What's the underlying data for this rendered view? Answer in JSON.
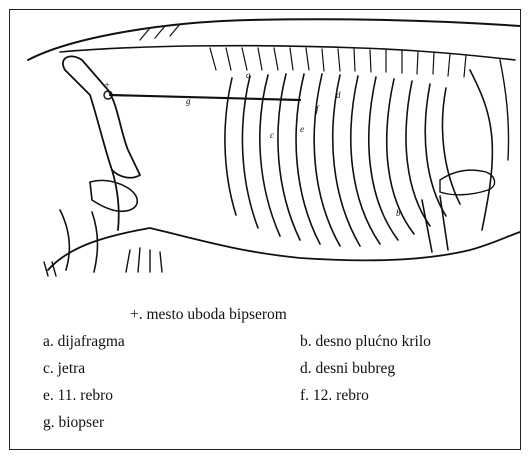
{
  "diagram": {
    "point_labels": {
      "a": "a",
      "b": "b",
      "c": "c",
      "d": "d",
      "e": "e",
      "f": "f",
      "g": "g"
    },
    "insertion_marker": "+"
  },
  "legend": {
    "title": "+. mesto uboda bipserom",
    "items": [
      {
        "key": "a",
        "text": "a. dijafragma"
      },
      {
        "key": "b",
        "text": "b. desno plućno krilo"
      },
      {
        "key": "c",
        "text": "c. jetra"
      },
      {
        "key": "d",
        "text": "d. desni bubreg"
      },
      {
        "key": "e",
        "text": "e. 11. rebro"
      },
      {
        "key": "f",
        "text": "f. 12. rebro"
      },
      {
        "key": "g",
        "text": "g. biopser"
      }
    ]
  }
}
